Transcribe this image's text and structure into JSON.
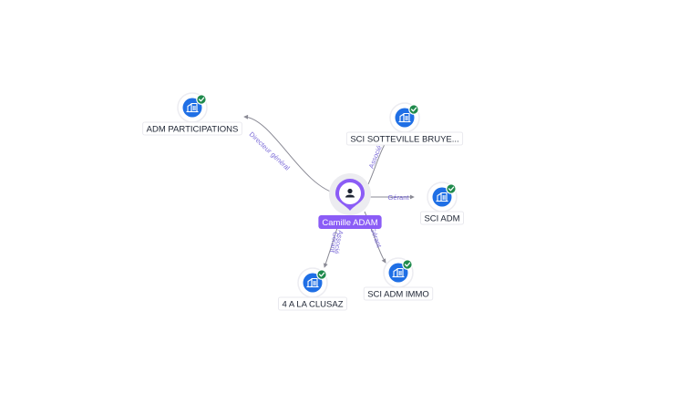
{
  "center": {
    "label": "Camille ADAM",
    "icon": "person-icon",
    "color": "#8b5cf6"
  },
  "companies": [
    {
      "id": "adm-participations",
      "label": "ADM PARTICIPATIONS",
      "icon": "company-building-icon",
      "verified": true
    },
    {
      "id": "sci-sotteville",
      "label": "SCI SOTTEVILLE BRUYE...",
      "icon": "company-building-icon",
      "verified": true
    },
    {
      "id": "sci-adm",
      "label": "SCI ADM",
      "icon": "company-building-icon",
      "verified": true
    },
    {
      "id": "sci-adm-immo",
      "label": "SCI ADM IMMO",
      "icon": "company-building-icon",
      "verified": true
    },
    {
      "id": "4-a-la-clusaz",
      "label": "4 A LA CLUSAZ",
      "icon": "company-building-icon",
      "verified": true
    }
  ],
  "edges": [
    {
      "to": "adm-participations",
      "roles": [
        "Directeur général"
      ]
    },
    {
      "to": "sci-sotteville",
      "roles": [
        "Associé"
      ]
    },
    {
      "to": "sci-adm",
      "roles": [
        "Gérant"
      ]
    },
    {
      "to": "sci-adm-immo",
      "roles": [
        "Gérant"
      ]
    },
    {
      "to": "4-a-la-clusaz",
      "roles": [
        "Gérant",
        "Associé"
      ]
    }
  ],
  "colors": {
    "accent": "#8b5cf6",
    "company": "#1f6fe5",
    "verified": "#1f8a4c",
    "edge": "#8a8a95",
    "edge_label": "#7c6cd8"
  }
}
